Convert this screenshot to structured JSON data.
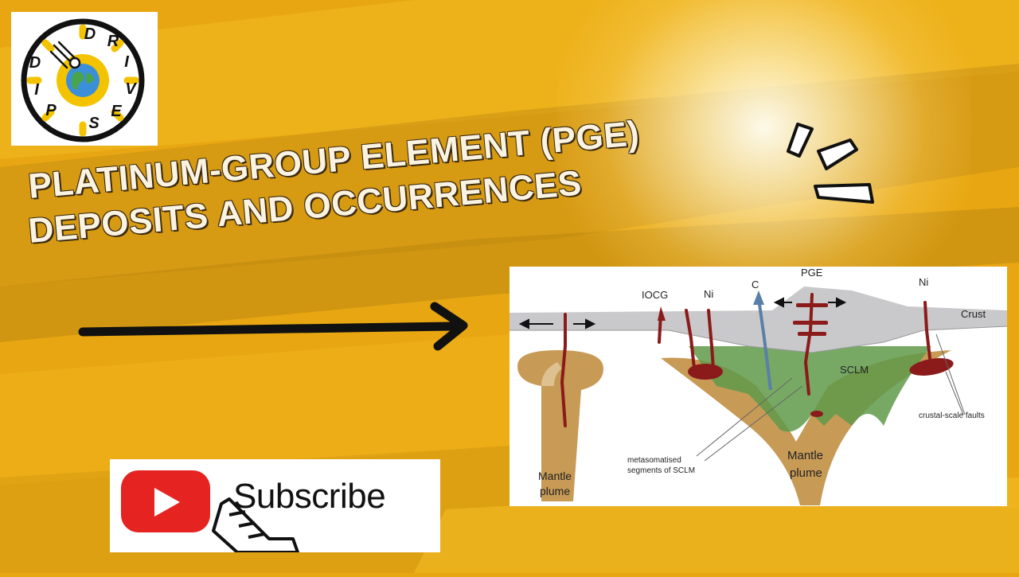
{
  "logo": {
    "letters": [
      "D",
      "R",
      "I",
      "V",
      "E",
      "S",
      "P",
      "I",
      "D"
    ],
    "icon": "globe-with-comet-icon"
  },
  "title": {
    "line1": "PLATINUM-GROUP ELEMENT (PGE)",
    "line2": "DEPOSITS AND OCCURRENCES"
  },
  "diagram": {
    "labels": {
      "iocg": "IOCG",
      "ni_left": "Ni",
      "c": "C",
      "pge": "PGE",
      "ni_right": "Ni",
      "crust": "Crust",
      "sclm": "SCLM",
      "crustal_faults": "crustal-scale faults",
      "metasomatised_line1": "metasomatised",
      "metasomatised_line2": "segments of SCLM",
      "mantle_plume_center_line1": "Mantle",
      "mantle_plume_center_line2": "plume",
      "mantle_plume_left_line1": "Mantle",
      "mantle_plume_left_line2": "plume"
    }
  },
  "subscribe": {
    "label": "Subscribe",
    "icons": [
      "youtube-play-icon",
      "hand-cursor-icon"
    ]
  },
  "colors": {
    "background": "#e8a712",
    "title_text": "#fbf3e1",
    "crust": "#c9c9cb",
    "sclm": "#5f9a4a",
    "plume": "#c79a56",
    "dyke": "#8b1a1a",
    "youtube_red": "#e52320"
  }
}
